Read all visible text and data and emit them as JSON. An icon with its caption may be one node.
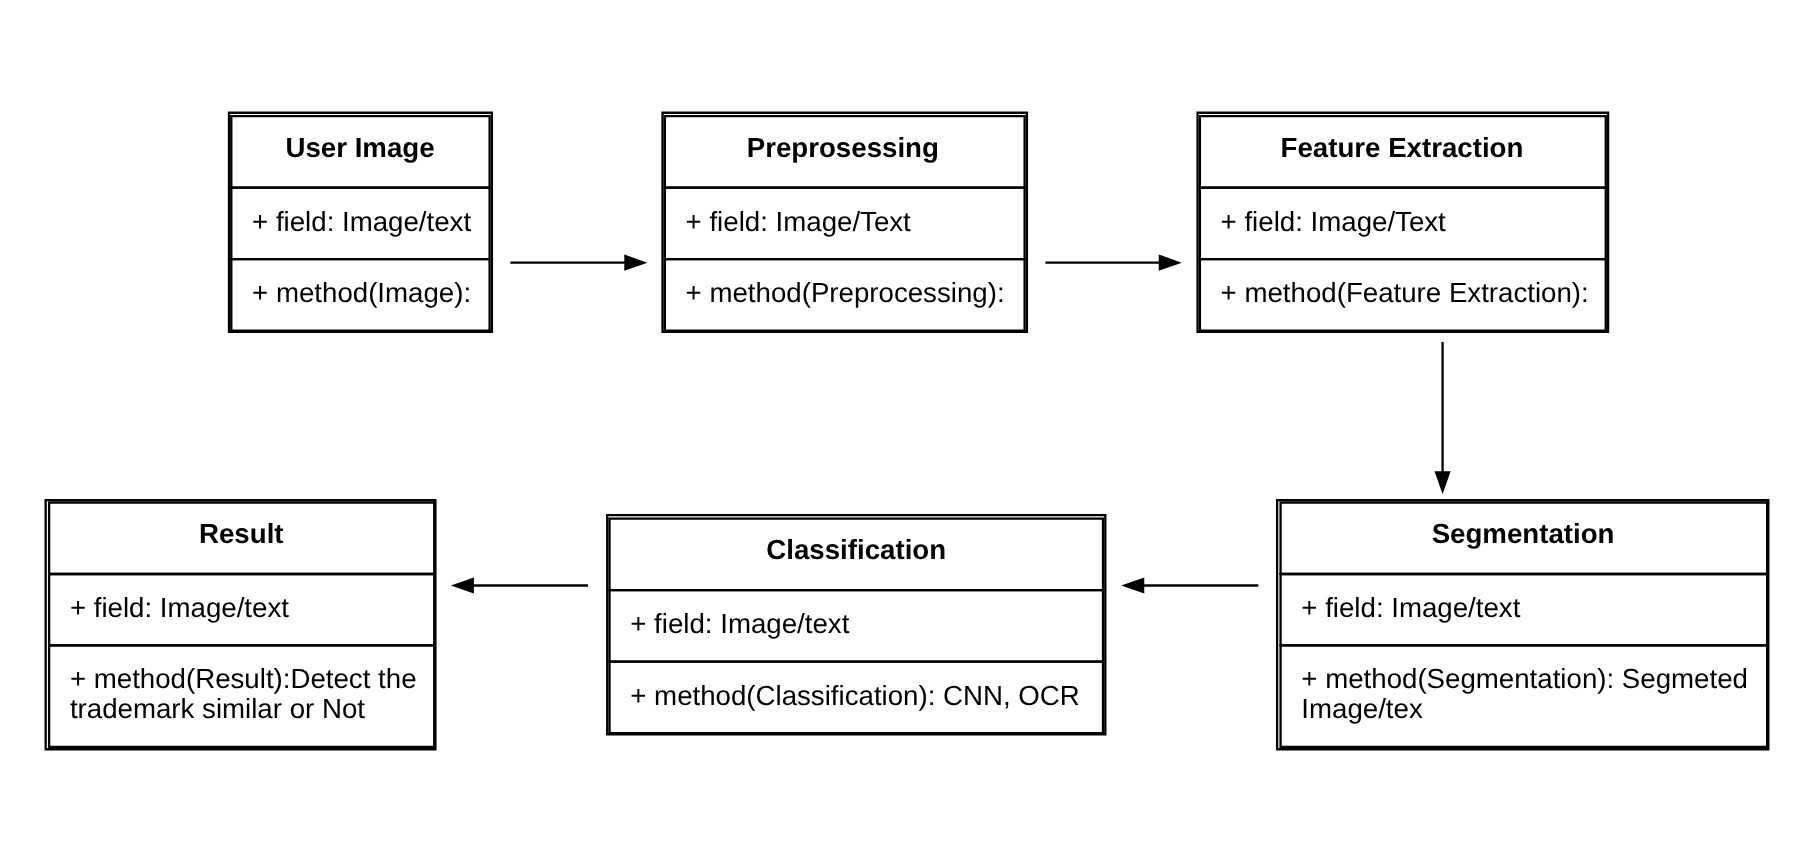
{
  "diagram": {
    "nodes": [
      {
        "text": [
          "User Image",
          "+ field: Image/text",
          "+ method(Image):"
        ]
      },
      {
        "text": [
          "Preprosessing",
          "+ field: Image/Text",
          "+ method(Preprocessing):"
        ]
      },
      {
        "text": [
          "Feature Extraction",
          "+ field: Image/Text",
          "+ method(Feature Extraction):"
        ]
      },
      {
        "text": [
          "Segmentation",
          "+ field: Image/text",
          "+ method(Segmentation): Segmeted Image/tex"
        ]
      },
      {
        "text": [
          "Classification",
          "+ field: Image/text",
          "+ method(Classification): CNN, OCR"
        ]
      },
      {
        "text": [
          "Result",
          "+ field: Image/text",
          "+ method(Result):Detect the trademark similar or Not"
        ]
      }
    ],
    "edges": [
      {
        "from": 0,
        "to": 1,
        "arrow": "to"
      },
      {
        "from": 1,
        "to": 2,
        "arrow": "to"
      },
      {
        "from": 2,
        "to": 3,
        "arrow": "to"
      },
      {
        "from": 3,
        "to": 4,
        "arrow": "to"
      },
      {
        "from": 4,
        "to": 5,
        "arrow": "to"
      }
    ]
  }
}
